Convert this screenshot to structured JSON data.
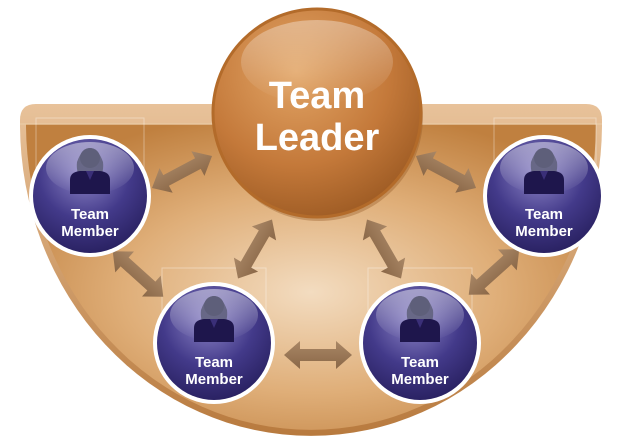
{
  "diagram": {
    "leader": {
      "line1": "Team",
      "line2": "Leader"
    },
    "members": [
      {
        "line1": "Team",
        "line2": "Member"
      },
      {
        "line1": "Team",
        "line2": "Member"
      },
      {
        "line1": "Team",
        "line2": "Member"
      },
      {
        "line1": "Team",
        "line2": "Member"
      }
    ],
    "colors": {
      "base_fill": "#c98a4a",
      "base_center": "#f1d6b8",
      "leader_fill": "#c47c35",
      "member_fill": "#2e2466",
      "member_ring": "#ffffff",
      "arrow_fill": "#9c7a5a"
    }
  }
}
